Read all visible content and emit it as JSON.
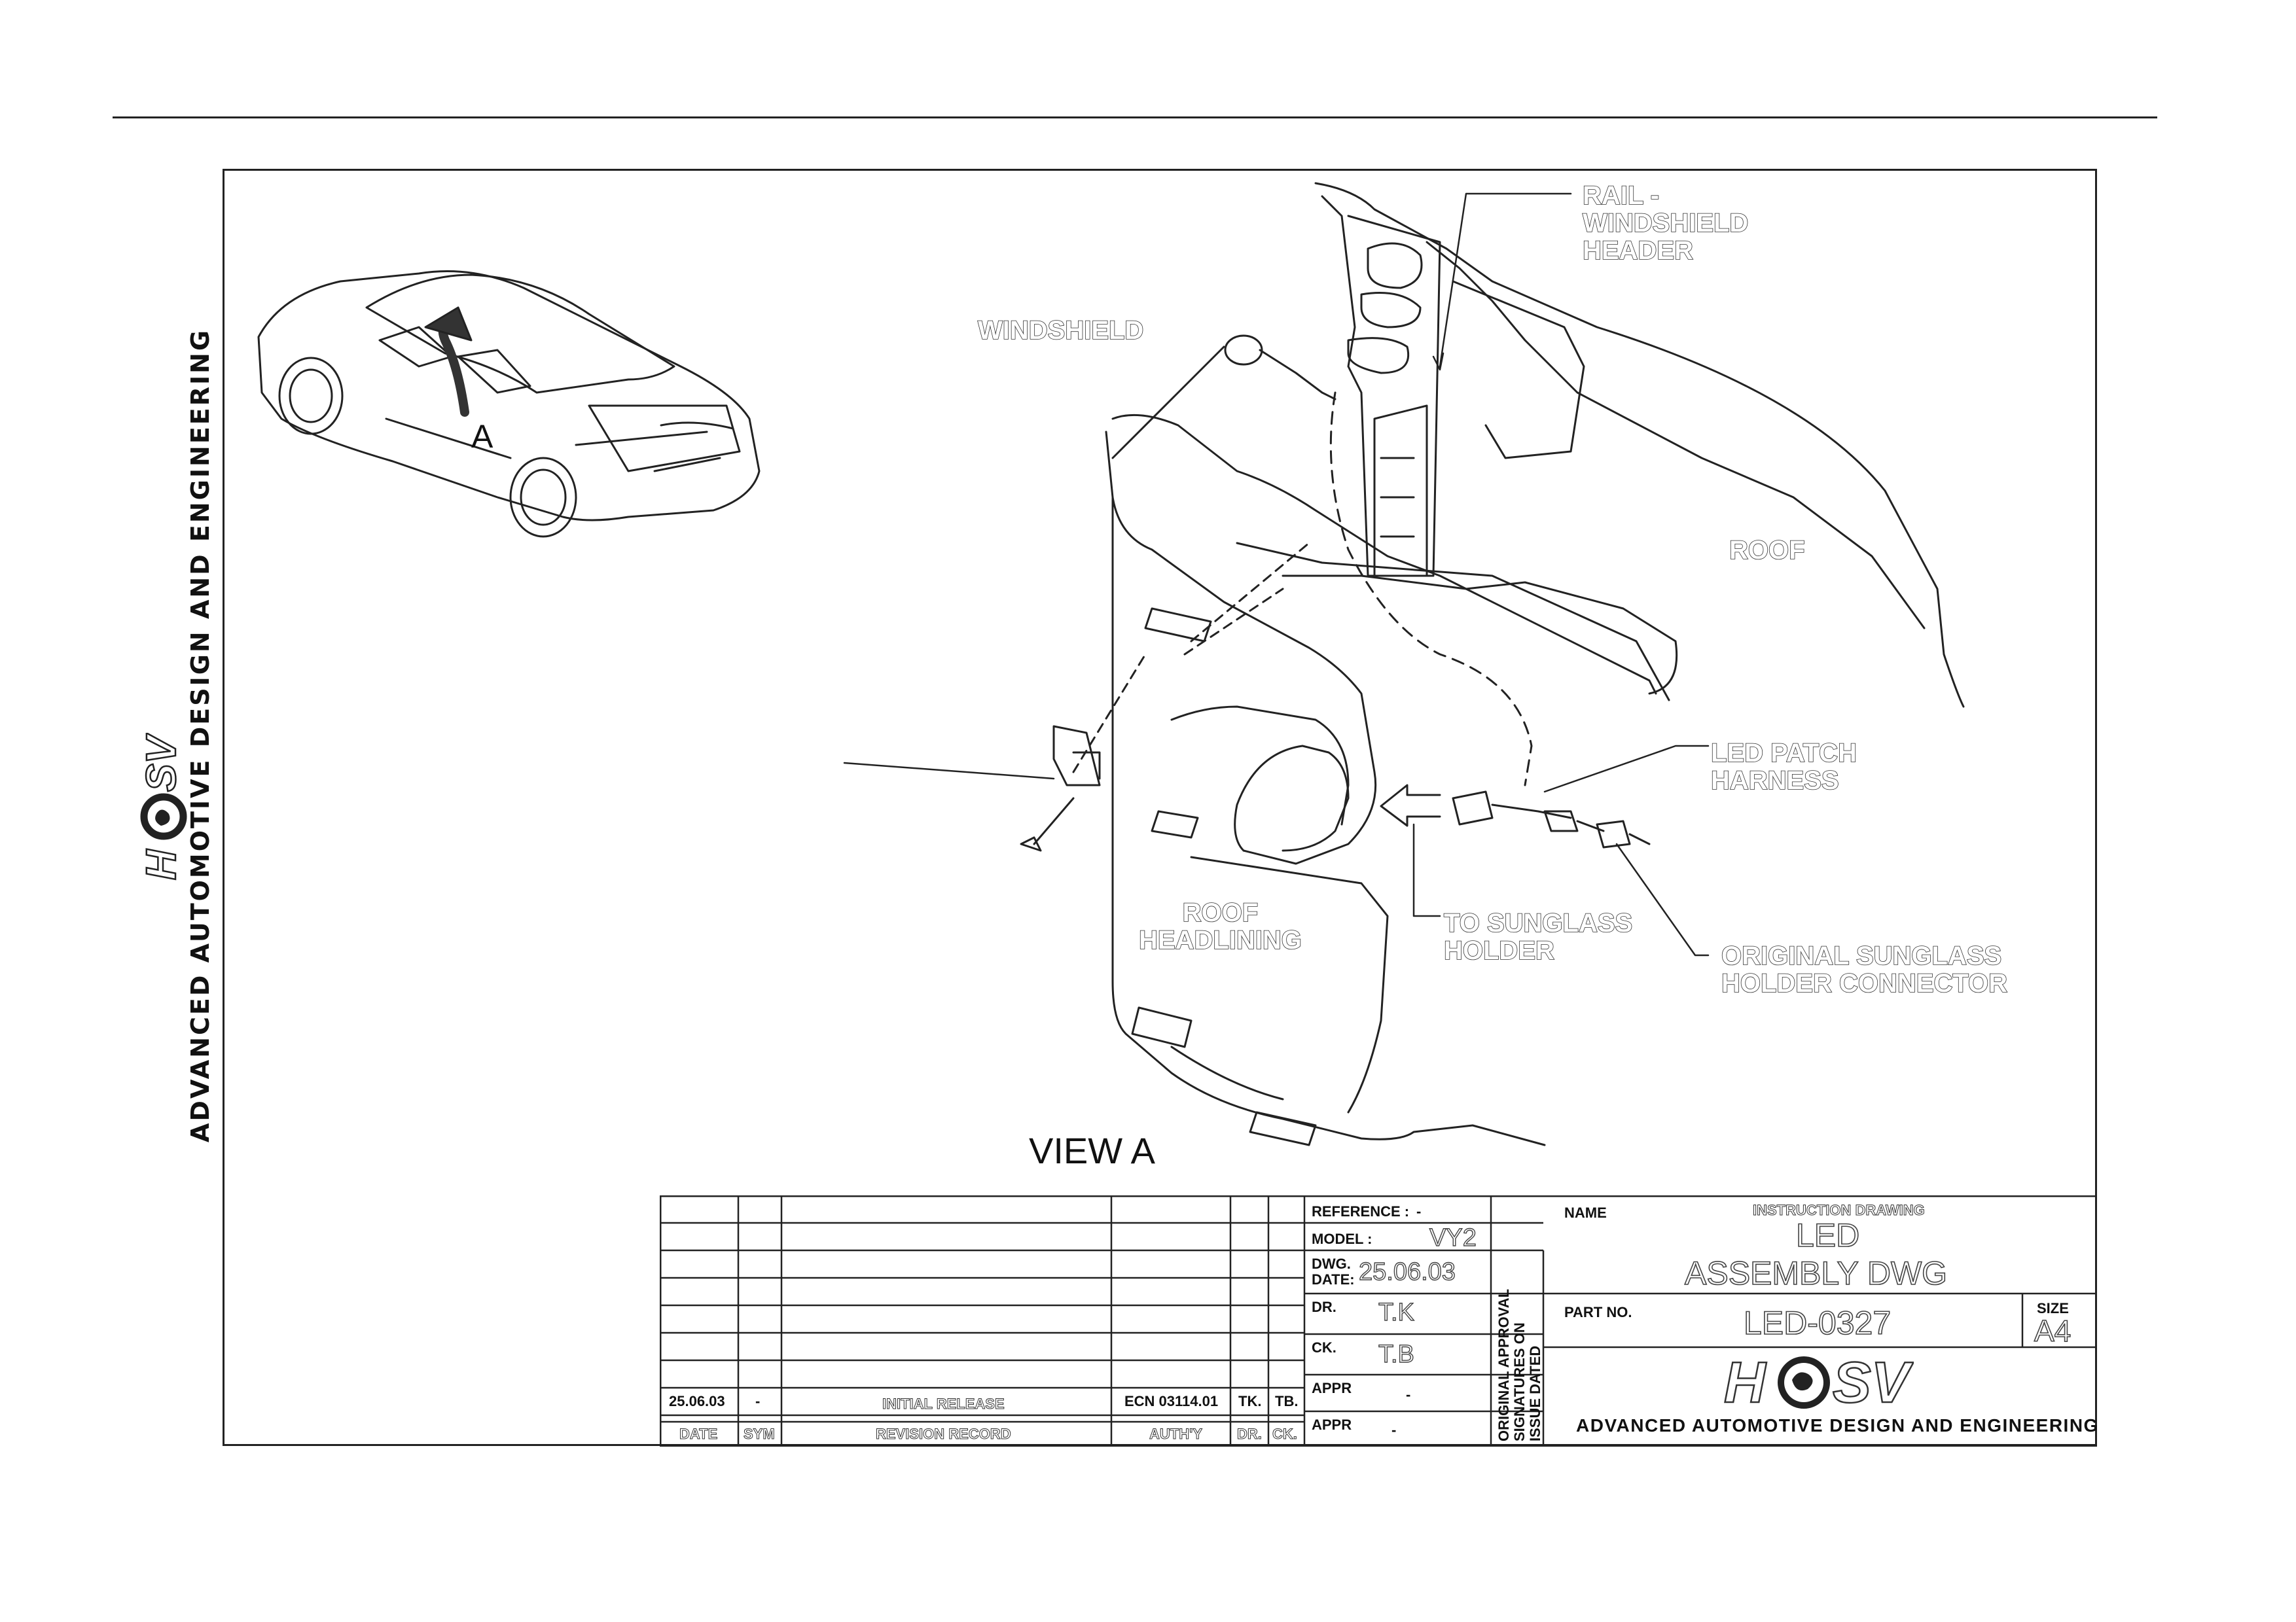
{
  "brand": {
    "tagline": "ADVANCED AUTOMOTIVE DESIGN AND ENGINEERING",
    "logo_text": "HSV"
  },
  "labels": {
    "rail": "RAIL -\nWINDSHIELD\nHEADER",
    "windshield": "WINDSHIELD",
    "roof": "ROOF",
    "led_patch": "LED PATCH\nHARNESS",
    "roof_headlining": "ROOF\nHEADLINING",
    "to_sunglass": "TO SUNGLASS\nHOLDER",
    "original_connector": "ORIGINAL SUNGLASS\nHOLDER CONNECTOR",
    "view_marker": "A",
    "view_title": "VIEW A"
  },
  "title_block": {
    "revision": {
      "date": "25.06.03",
      "sym": "-",
      "record": "INITIAL RELEASE",
      "auth": "ECN 03114.01",
      "dr": "TK.",
      "ck": "TB."
    },
    "headers": {
      "date": "DATE",
      "sym": "SYM",
      "record": "REVISION RECORD",
      "auth": "AUTH'Y",
      "dr": "DR.",
      "ck": "CK."
    },
    "reference_label": "REFERENCE :",
    "reference_value": "-",
    "model_label": "MODEL :",
    "model_value": "VY2",
    "dwg_date_label_1": "DWG.",
    "dwg_date_label_2": "DATE:",
    "dwg_date_value": "25.06.03",
    "dr_label": "DR.",
    "dr_value": "T.K",
    "ck_label": "CK.",
    "ck_value": "T.B",
    "appr1_label": "APPR",
    "appr1_value": "-",
    "appr2_label": "APPR",
    "appr2_value": "-",
    "approval_note": "ORIGINAL APPROVAL\nSIGNATURES ON\nISSUE DATED",
    "name_label": "NAME",
    "drawing_type": "INSTRUCTION DRAWING",
    "name_line1": "LED",
    "name_line2": "ASSEMBLY DWG",
    "part_no_label": "PART NO.",
    "part_no_value": "LED-0327",
    "size_label": "SIZE",
    "size_value": "A4",
    "company": "ADVANCED AUTOMOTIVE DESIGN AND ENGINEERING"
  }
}
